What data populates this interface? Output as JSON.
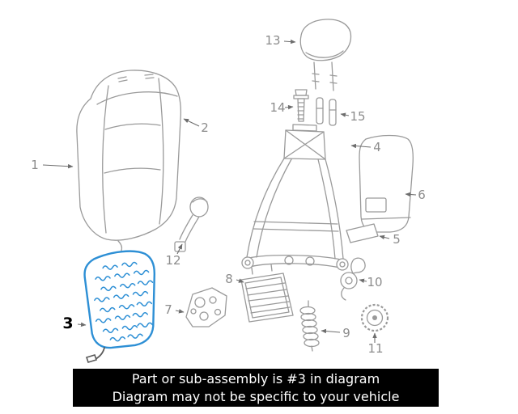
{
  "banner": {
    "line1": "Part or sub-assembly is #3 in diagram",
    "line2": "Diagram may not be specific to your vehicle"
  },
  "callouts": {
    "c1": "1",
    "c2": "2",
    "c3": "3",
    "c4": "4",
    "c5": "5",
    "c6": "6",
    "c7": "7",
    "c8": "8",
    "c9": "9",
    "c10": "10",
    "c11": "11",
    "c12": "12",
    "c13": "13",
    "c14": "14",
    "c15": "15"
  },
  "colors": {
    "highlight": "#2d8fd5",
    "line_art": "#9a9a9a",
    "callout_text": "#8c8c8c",
    "banner_bg": "#000000",
    "banner_text": "#ffffff"
  }
}
